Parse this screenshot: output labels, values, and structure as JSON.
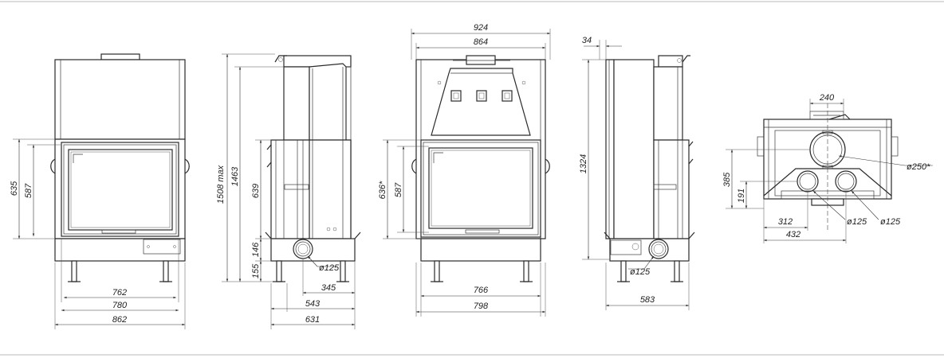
{
  "views": {
    "front": {
      "dims": {
        "height_total": "635",
        "height_glass": "587",
        "width_inner": "762",
        "width_mid": "780",
        "width_total": "862"
      }
    },
    "side": {
      "dims": {
        "height_max": "1508 max",
        "height_top": "1463",
        "height_glass": "639",
        "height_146": "146",
        "height_155": "155",
        "pipe": "ø125",
        "width_345": "345",
        "width_543": "543",
        "width_631": "631"
      }
    },
    "front_lift": {
      "dims": {
        "width_top": "924",
        "width_body": "864",
        "height_glass_star": "636*",
        "height_glass": "587",
        "width_inner": "766",
        "width_total": "798"
      }
    },
    "side_lift": {
      "dims": {
        "offset_34": "34",
        "height_1324": "1324",
        "pipe": "ø125",
        "width_583": "583"
      }
    },
    "top": {
      "dims": {
        "width_240": "240",
        "flue": "ø250*",
        "height_385": "385",
        "height_191": "191",
        "pipe_left": "ø125",
        "pipe_right": "ø125",
        "width_312": "312",
        "width_432": "432"
      }
    }
  }
}
